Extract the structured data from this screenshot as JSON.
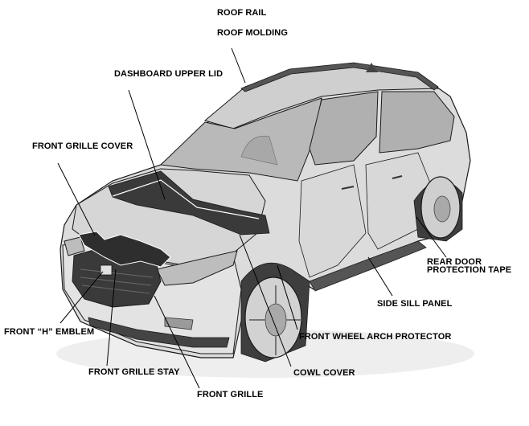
{
  "diagram": {
    "labels": {
      "roof_rail": "ROOF RAIL",
      "roof_molding": "ROOF MOLDING",
      "dashboard_upper_lid": "DASHBOARD UPPER LID",
      "front_grille_cover": "FRONT GRILLE COVER",
      "rear_door_protection_tape_1": "REAR DOOR",
      "rear_door_protection_tape_2": "PROTECTION TAPE",
      "side_sill_panel": "SIDE SILL PANEL",
      "front_h_emblem": "FRONT “H” EMBLEM",
      "front_wheel_arch_protector": "FRONT WHEEL ARCH PROTECTOR",
      "front_grille_stay": "FRONT GRILLE STAY",
      "cowl_cover": "COWL COVER",
      "front_grille": "FRONT GRILLE"
    },
    "colors": {
      "body_fill": "#dcdcdc",
      "body_shade": "#c4c4c4",
      "glass": "#b9b9b9",
      "dark_part": "#3a3a3a",
      "outline": "#1a1a1a"
    }
  }
}
